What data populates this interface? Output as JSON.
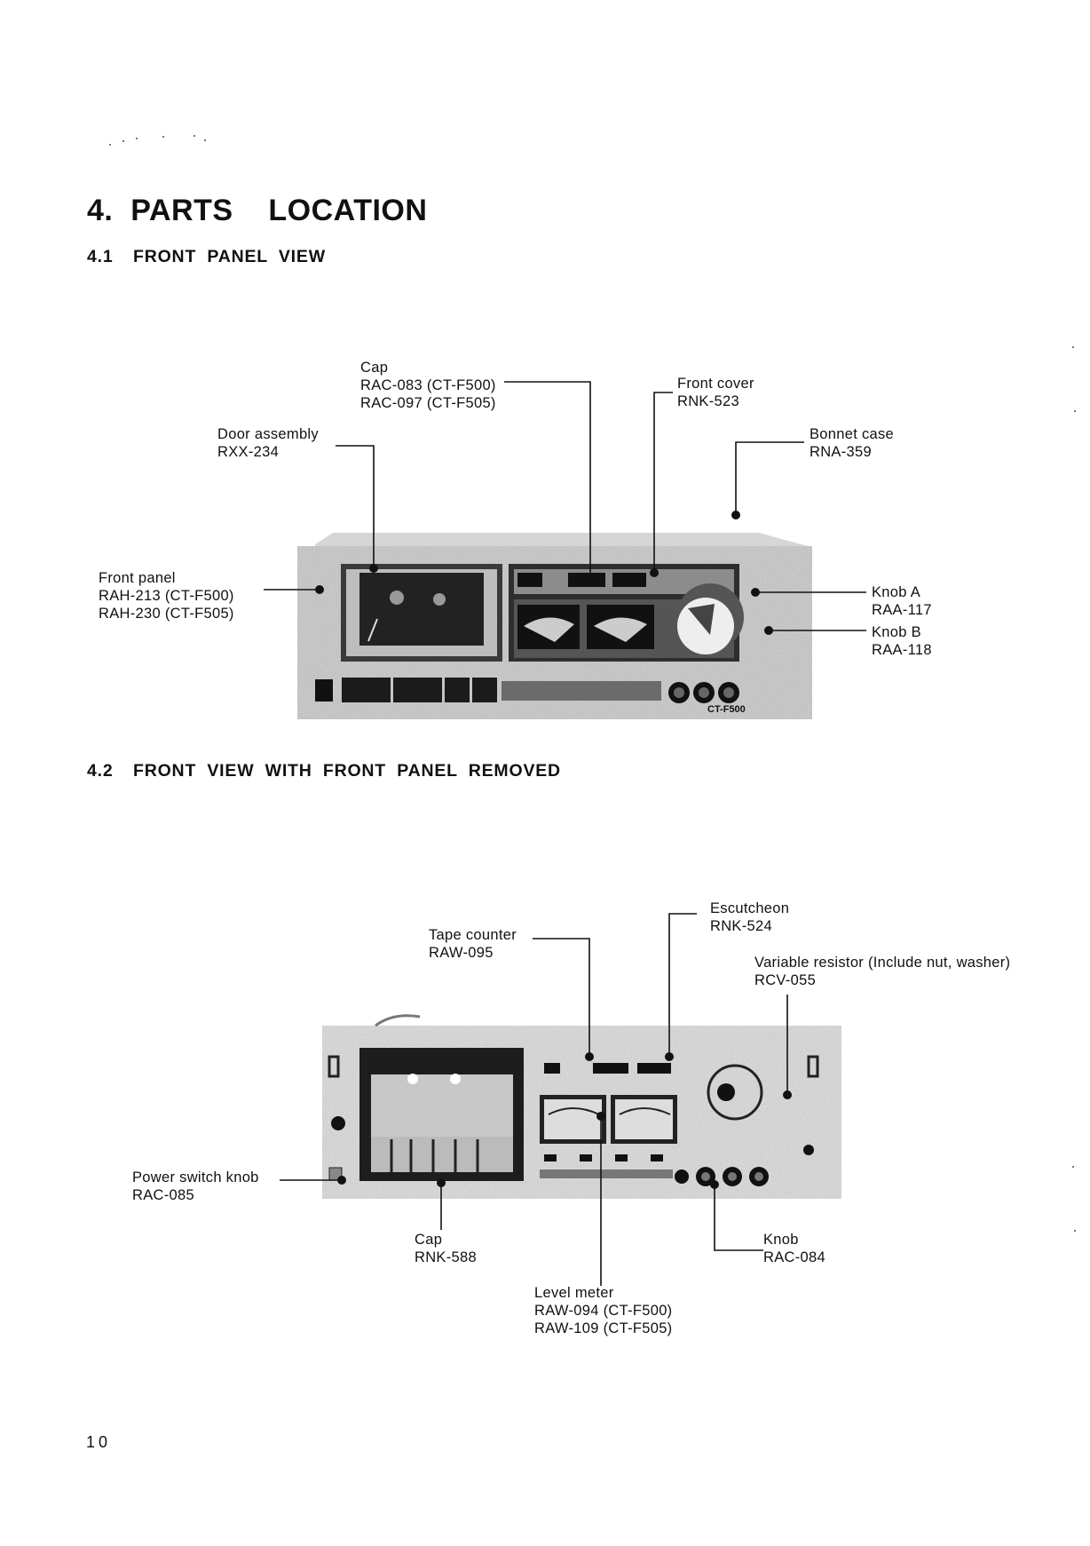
{
  "page": {
    "title": "4. PARTS  LOCATION",
    "page_number": "10"
  },
  "section_1": {
    "number": "4.1",
    "title": "FRONT PANEL VIEW",
    "photo": "cassette deck front panel photo (CT-F500)",
    "callouts": [
      {
        "name": "Cap",
        "parts": [
          "RAC-083 (CT-F500)",
          "RAC-097 (CT-F505)"
        ]
      },
      {
        "name": "Front cover",
        "parts": [
          "RNK-523"
        ]
      },
      {
        "name": "Door assembly",
        "parts": [
          "RXX-234"
        ]
      },
      {
        "name": "Bonnet case",
        "parts": [
          "RNA-359"
        ]
      },
      {
        "name": "Front panel",
        "parts": [
          "RAH-213 (CT-F500)",
          "RAH-230 (CT-F505)"
        ]
      },
      {
        "name": "Knob A",
        "parts": [
          "RAA-117"
        ]
      },
      {
        "name": "Knob B",
        "parts": [
          "RAA-118"
        ]
      }
    ]
  },
  "section_2": {
    "number": "4.2",
    "title": "FRONT VIEW WITH FRONT PANEL REMOVED",
    "photo": "cassette deck chassis with front panel removed",
    "callouts": [
      {
        "name": "Escutcheon",
        "parts": [
          "RNK-524"
        ]
      },
      {
        "name": "Tape counter",
        "parts": [
          "RAW-095"
        ]
      },
      {
        "name": "Variable resistor (Include nut, washer)",
        "parts": [
          "RCV-055"
        ]
      },
      {
        "name": "Power switch knob",
        "parts": [
          "RAC-085"
        ]
      },
      {
        "name": "Cap",
        "parts": [
          "RNK-588"
        ]
      },
      {
        "name": "Knob",
        "parts": [
          "RAC-084"
        ]
      },
      {
        "name": "Level meter",
        "parts": [
          "RAW-094 (CT-F500)",
          "RAW-109 (CT-F505)"
        ]
      }
    ]
  },
  "colors": {
    "ink": "#111111",
    "paper": "#ffffff"
  }
}
